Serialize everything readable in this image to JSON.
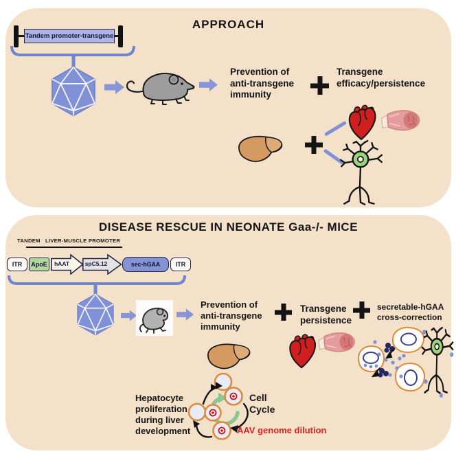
{
  "panel_approach": {
    "title": "APPROACH",
    "construct_label": "Tandem promoter-transgene",
    "prevention_lines": [
      "Prevention of",
      "anti-transgene",
      "immunity"
    ],
    "efficacy_lines": [
      "Transgene",
      "efficacy/persistence"
    ]
  },
  "panel_rescue": {
    "title": "DISEASE RESCUE IN NEONATE Gaa-/- MICE",
    "promoter_label": "TANDEM   LIVER-MUSCLE PROMOTER",
    "construct": {
      "itr_left": "ITR",
      "apoe": "ApoE",
      "haat": "hAAT",
      "spc512": "spC5.12",
      "sec_hgaa": "sec-hGAA",
      "itr_right": "ITR"
    },
    "prevention_lines": [
      "Prevention of",
      "anti-transgene",
      "immunity"
    ],
    "persistence_lines": [
      "Transgene",
      "persistence"
    ],
    "cross_correction_lines": [
      "secretable-hGAA",
      "cross-correction"
    ],
    "cycle": {
      "hepatocyte_lines": [
        "Hepatocyte",
        "proliferation",
        "during liver",
        "development"
      ],
      "cell_cycle_lines": [
        "Cell",
        "Cycle"
      ],
      "aav_dilution": "AAV genome dilution"
    }
  },
  "symbols": {
    "plus": "+"
  },
  "icons": [
    "aav-capsid-icon",
    "arrow-right-icon",
    "adult-mouse-icon",
    "neonate-mouse-icon",
    "liver-icon",
    "heart-icon",
    "skeletal-muscle-icon",
    "neuron-icon",
    "cross-correction-cells-icon",
    "cell-cycle-diagram",
    "bracket",
    "plus-icon",
    "itr-bar"
  ],
  "colors": {
    "panel_bg": "#f3e1ca",
    "periwinkle": "#8191d8",
    "construct_box_fill": "#aeb5e2",
    "apoe_green": "#b2d79b",
    "sec_hgaa_blue": "#8494d3",
    "spc512_gray": "#e3e3e3",
    "heart_red": "#cf1f1f",
    "liver_tan": "#d49a62",
    "neuron_green": "#9bd47c",
    "cell_outline_orange": "#dd8a3c",
    "cycle_arrow_green": "#8cc58f",
    "aav_text_red": "#e01f1f",
    "text": "#161616"
  }
}
